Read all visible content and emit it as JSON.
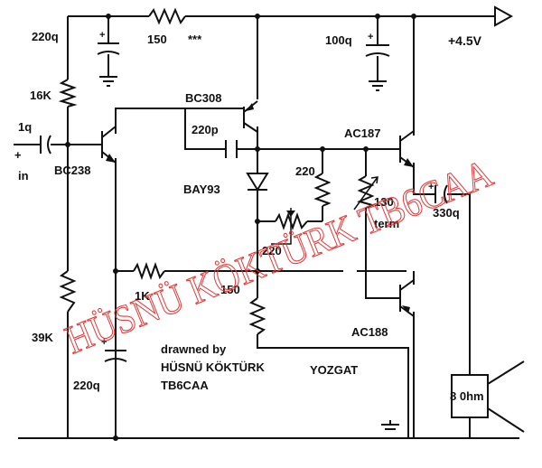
{
  "labels": {
    "cap_220q_top": "220q",
    "res_150_top": "150",
    "stars": "***",
    "cap_100q": "100q",
    "supply": "+4.5V",
    "res_16k": "16K",
    "bc308": "BC308",
    "cap_1q": "1q",
    "plus_in": "+",
    "in": "in",
    "bc238": "BC238",
    "cap_220p": "220p",
    "ac187": "AC187",
    "res_220_right": "220",
    "bay93": "BAY93",
    "term_130": "130",
    "term": "term",
    "cap_330q": "330q",
    "res_220_pot": "220",
    "res_1k": "1K",
    "res_150_mid": "150",
    "res_39k": "39K",
    "ac188": "AC188",
    "drawn_by": "drawned by",
    "author": "HÜSNÜ KÖKTÜRK",
    "city": "YOZGAT",
    "callsign": "TB6CAA",
    "cap_220q_bottom": "220q",
    "speaker": "8 0hm"
  },
  "watermark": {
    "text": "HÜSNÜ KÖKTÜRK TB6CAA",
    "color": "#e23b3b"
  }
}
